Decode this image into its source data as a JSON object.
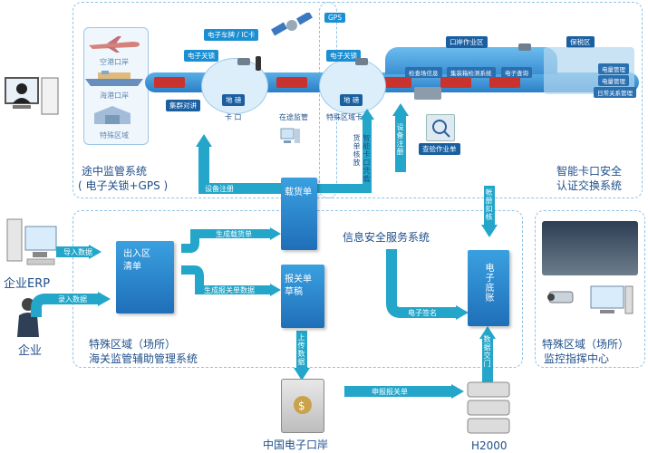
{
  "top_left": {
    "ports": [
      "空港口岸",
      "海港口岸",
      "特殊区域"
    ],
    "ground_labels": [
      "集群对讲",
      "卡 口",
      "地 磅",
      "在途监管",
      "地 磅",
      "特殊区域卡口"
    ],
    "chips": [
      "电子关锁",
      "电子车牌 / IC卡",
      "GPS",
      "电子关锁"
    ],
    "title_line1": "途中监管系统",
    "title_line2": "( 电子关锁+GPS )"
  },
  "top_right": {
    "chip_top": "口岸作业区",
    "chip_bonded": "保税区",
    "mini_labels": [
      "检查场信息",
      "集装箱检测系统",
      "电子查询"
    ],
    "right_labels": [
      "电量管理",
      "电量管理",
      "日常关系管理"
    ],
    "inspection_label": "查验作业单",
    "title_line1": "智能卡口安全",
    "title_line2": "认证交换系统"
  },
  "flows": {
    "device_register": "设备注册",
    "smart_gate": "智能卡口凭载货单核放",
    "device_register2": "设备注册",
    "bill_check": "帐册扣核",
    "gen_load": "生成载货单",
    "gen_customs": "生成报关单数据",
    "import_data": "导入数据",
    "input_data": "录入数据",
    "e_sign": "电子签名",
    "upload_data": "上传数据",
    "declare": "申报报关单",
    "data_exchange": "数据交门"
  },
  "docs": {
    "load_bill": "载货单",
    "entry_list_l1": "出入区",
    "entry_list_l2": "清单",
    "customs_l1": "报关单",
    "customs_l2": "草稿",
    "e_ledger": "电子底账"
  },
  "center": {
    "info_security": "信息安全服务系统",
    "special_l1": "特殊区域（场所）",
    "special_l2": "海关监管辅助管理系统"
  },
  "left": {
    "erp": "企业ERP",
    "enterprise": "企业"
  },
  "right": {
    "monitor_l1": "特殊区域（场所）",
    "monitor_l2": "监控指挥中心"
  },
  "bottom": {
    "china_port": "中国电子口岸",
    "h2000": "H2000"
  }
}
